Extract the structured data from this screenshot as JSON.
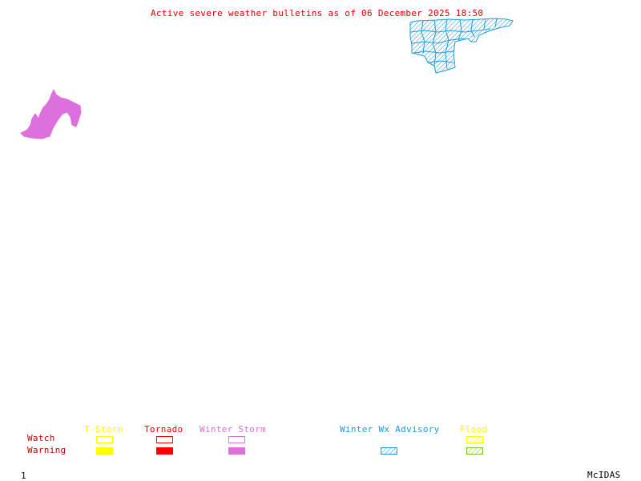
{
  "title": "Active severe weather bulletins as of 06 December 2025 18:50",
  "frame_number": "1",
  "software_label": "McIDAS",
  "colors": {
    "title": "#e00000",
    "tstorm": "#ffff00",
    "tornado": "#ff0000",
    "winter_storm": "#dd70dd",
    "winter_wx_advisory": "#1e9be0",
    "flood_watch": "#ffff00",
    "flood_warning": "#7ccc1a",
    "row_label": "#cc0000"
  },
  "map": {
    "regions": [
      {
        "name": "winter-wx-advisory-area",
        "category": "Winter Wx Advisory",
        "style": "hatched",
        "location": "top-right"
      },
      {
        "name": "winter-storm-warning-area",
        "category": "Winter Storm",
        "level": "Warning",
        "style": "filled",
        "location": "left"
      }
    ]
  },
  "legend": {
    "row_labels": {
      "watch": "Watch",
      "warning": "Warning"
    },
    "categories": [
      {
        "id": "tstorm",
        "label": "T-Storm",
        "watch": "outline",
        "warning": "filled"
      },
      {
        "id": "tornado",
        "label": "Tornado",
        "watch": "outline",
        "warning": "filled"
      },
      {
        "id": "winter_storm",
        "label": "Winter Storm",
        "watch": "outline",
        "warning": "filled"
      },
      {
        "id": "winter_wx_advisory",
        "label": "Winter Wx Advisory",
        "watch": "none",
        "warning": "hatched"
      },
      {
        "id": "flood",
        "label": "Flood",
        "watch": "hatched",
        "warning": "hatched"
      }
    ]
  }
}
